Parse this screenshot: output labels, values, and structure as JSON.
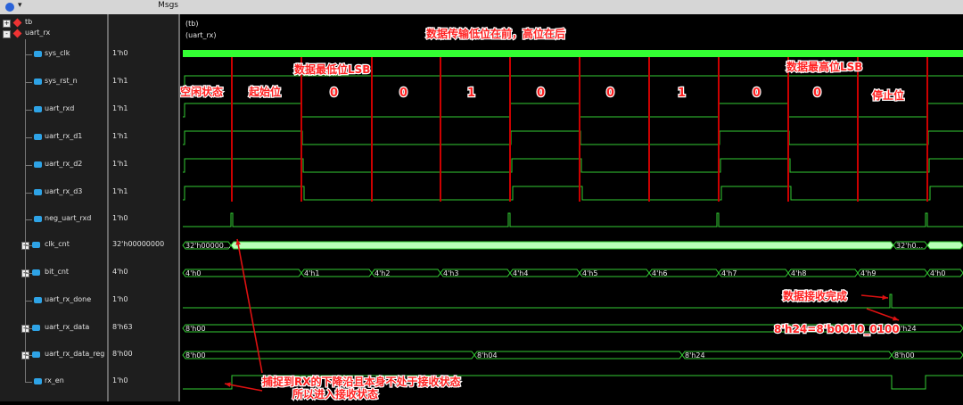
{
  "header": {
    "msgs_label": "Msgs"
  },
  "signals": [
    {
      "name": "tb",
      "value": "",
      "expand": "+"
    },
    {
      "name": "uart_rx",
      "value": "",
      "expand": "-"
    },
    {
      "name": "sys_clk",
      "value": "1'h0"
    },
    {
      "name": "sys_rst_n",
      "value": "1'h1"
    },
    {
      "name": "uart_rxd",
      "value": "1'h1"
    },
    {
      "name": "uart_rx_d1",
      "value": "1'h1"
    },
    {
      "name": "uart_rx_d2",
      "value": "1'h1"
    },
    {
      "name": "uart_rx_d3",
      "value": "1'h1"
    },
    {
      "name": "neg_uart_rxd",
      "value": "1'h0"
    },
    {
      "name": "clk_cnt",
      "value": "32'h00000000",
      "expand": "+"
    },
    {
      "name": "bit_cnt",
      "value": "4'h0",
      "expand": "+"
    },
    {
      "name": "uart_rx_done",
      "value": "1'h0"
    },
    {
      "name": "uart_rx_data",
      "value": "8'h63",
      "expand": "+"
    },
    {
      "name": "uart_rx_data_reg",
      "value": "8'h00",
      "expand": "+"
    },
    {
      "name": "rx_en",
      "value": "1'h0"
    }
  ],
  "group_labels": {
    "tb": "(tb)",
    "uart_rx": "(uart_rx)"
  },
  "bus_labels": {
    "clk_cnt": [
      "32'h00000...",
      "32'h0..."
    ],
    "bit_cnt": [
      "4'h0",
      "4'h1",
      "4'h2",
      "4'h3",
      "4'h4",
      "4'h5",
      "4'h6",
      "4'h7",
      "4'h8",
      "4'h9",
      "4'h0"
    ],
    "uart_rx_data": [
      "8'h00",
      "8'h24"
    ],
    "uart_rx_data_reg": [
      "8'h00",
      "8'h04",
      "8'h24",
      "8'h00"
    ]
  },
  "annotations": {
    "title": "数据传输低位在前，高位在后",
    "lsb": "数据最低位LSB",
    "msb": "数据最高位LSB",
    "idle": "空闲状态",
    "start": "起始位",
    "stop": "停止位",
    "bits": [
      "0",
      "0",
      "1",
      "0",
      "0",
      "1",
      "0",
      "0"
    ],
    "done": "数据接收完成",
    "value_note": "8'h24=8'b0010_0100",
    "capture_line1": "捕捉到RX的下降沿且本身不处于接收状态",
    "capture_line2": "所以进入接收状态"
  },
  "colors": {
    "wave": "#33cc33",
    "clk": "#33ff33",
    "bus_fill": "#b8ffb8",
    "marker": "#cc0000",
    "annotation_text": "#ff2222",
    "label_outline": "#ffffff"
  }
}
